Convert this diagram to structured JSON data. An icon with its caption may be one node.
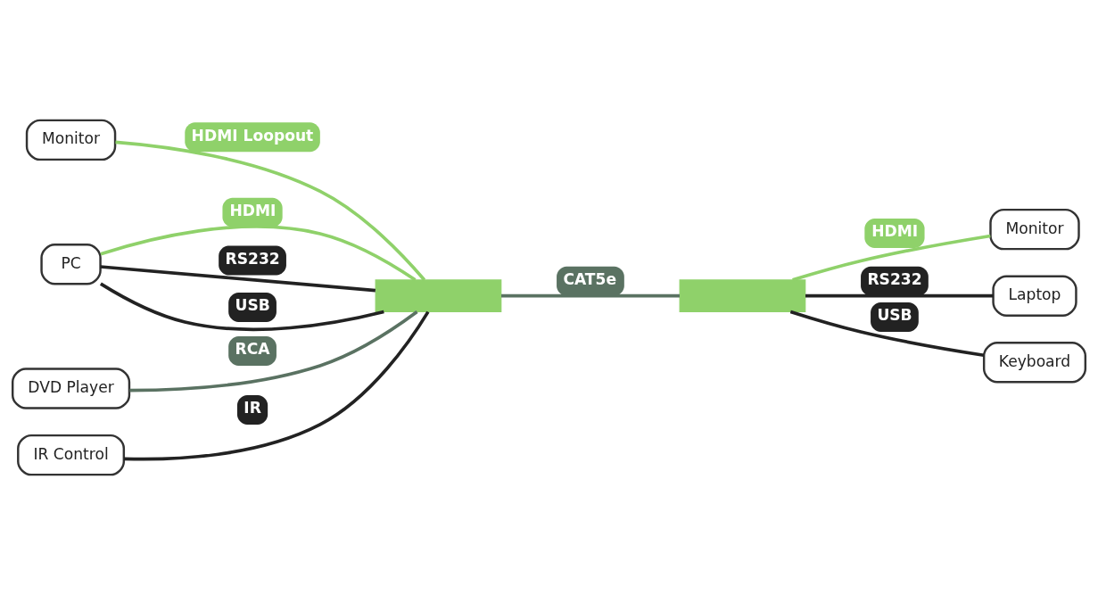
{
  "diagram": {
    "nodes": [
      {
        "text": [
          "Monitor"
        ]
      },
      {
        "text": [
          "PC"
        ]
      },
      {
        "text": [
          "DVD Player"
        ]
      },
      {
        "text": [
          "IR Control"
        ]
      },
      {
        "text": [],
        "shape": "box"
      },
      {
        "text": [],
        "shape": "box"
      },
      {
        "text": [
          "Monitor"
        ]
      },
      {
        "text": [
          "Laptop"
        ]
      },
      {
        "text": [
          "Keyboard"
        ]
      }
    ],
    "edges": [
      {
        "from": 0,
        "to": 4,
        "arrow": "none",
        "label": "HDMI Loopout",
        "color": "#8fd16a"
      },
      {
        "from": 1,
        "to": 4,
        "arrow": "none",
        "label": "HDMI",
        "color": "#8fd16a"
      },
      {
        "from": 1,
        "to": 4,
        "arrow": "none",
        "label": "RS232"
      },
      {
        "from": 1,
        "to": 4,
        "arrow": "none",
        "label": "USB"
      },
      {
        "from": 2,
        "to": 4,
        "arrow": "none",
        "label": "RCA",
        "color": "#5a7262"
      },
      {
        "from": 3,
        "to": 4,
        "arrow": "none",
        "label": "IR"
      },
      {
        "from": 4,
        "to": 5,
        "arrow": "none",
        "label": "CAT5e",
        "color": "#5a7262"
      },
      {
        "from": 5,
        "to": 6,
        "arrow": "none",
        "label": "HDMI",
        "color": "#8fd16a"
      },
      {
        "from": 5,
        "to": 7,
        "arrow": "none",
        "label": "RS232"
      },
      {
        "from": 5,
        "to": 8,
        "arrow": "none",
        "label": "USB"
      }
    ]
  }
}
